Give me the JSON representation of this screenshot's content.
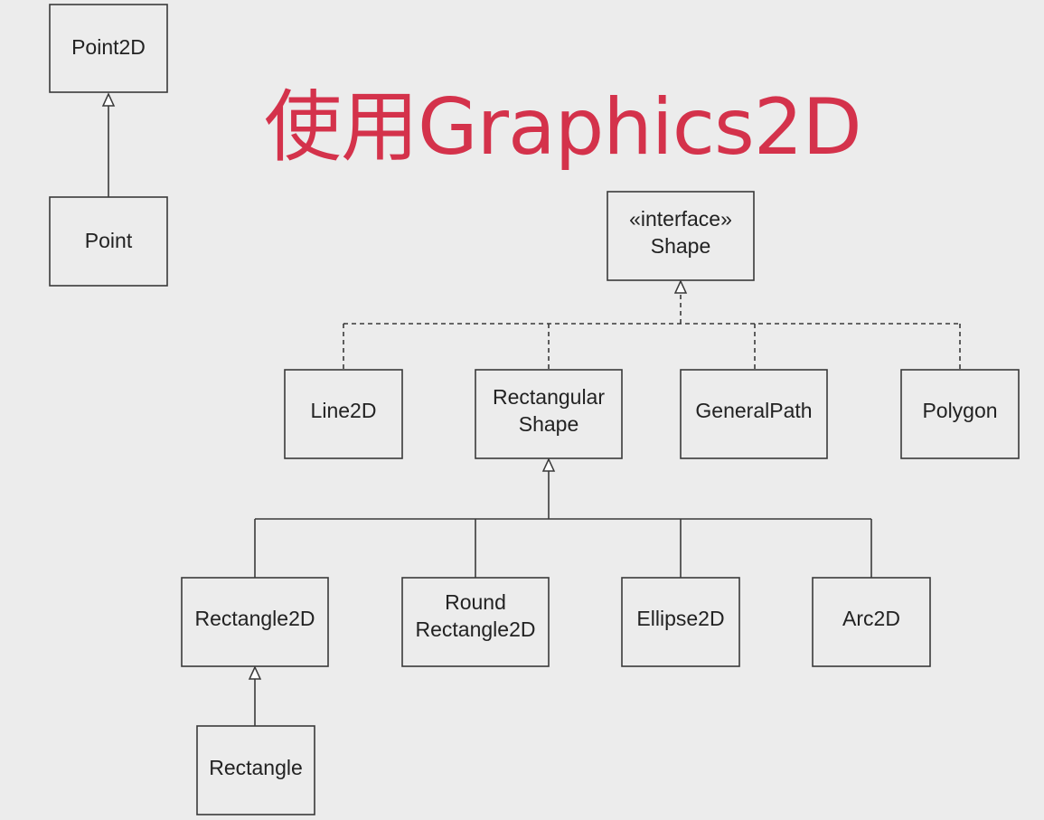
{
  "title": "使用Graphics2D",
  "title_color": "#d4324b",
  "nodes": {
    "point2d": [
      "Point2D"
    ],
    "point": [
      "Point"
    ],
    "shape": [
      "«interface»",
      "Shape"
    ],
    "line2d": [
      "Line2D"
    ],
    "rectangular_shape": [
      "Rectangular",
      "Shape"
    ],
    "general_path": [
      "GeneralPath"
    ],
    "polygon": [
      "Polygon"
    ],
    "rectangle2d": [
      "Rectangle2D"
    ],
    "round_rectangle2d": [
      "Round",
      "Rectangle2D"
    ],
    "ellipse2d": [
      "Ellipse2D"
    ],
    "arc2d": [
      "Arc2D"
    ],
    "rectangle": [
      "Rectangle"
    ]
  }
}
